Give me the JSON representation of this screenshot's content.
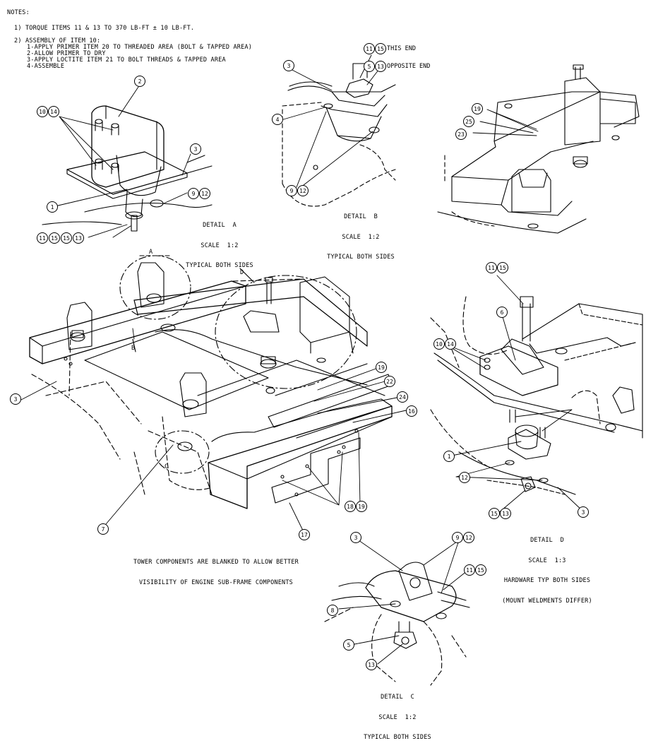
{
  "notes": {
    "heading": "NOTES:",
    "note1": "1) TORQUE ITEMS 11 & 13 TO 370 LB-FT ± 10 LB-FT.",
    "note2_title": "2) ASSEMBLY OF ITEM 10:",
    "note2_steps": [
      "1-APPLY PRIMER ITEM 20 TO THREADED AREA (BOLT & TAPPED AREA)",
      "2-ALLOW PRIMER TO DRY",
      "3-APPLY LOCTITE ITEM 21 TO BOLT THREADS & TAPPED AREA",
      "4-ASSEMBLE"
    ]
  },
  "details": {
    "a": {
      "line1": "DETAIL  A",
      "line2": "SCALE  1:2",
      "line3": "TYPICAL BOTH SIDES"
    },
    "b": {
      "line1": "DETAIL  B",
      "line2": "SCALE  1:2",
      "line3": "TYPICAL BOTH SIDES"
    },
    "c": {
      "line1": "DETAIL  C",
      "line2": "SCALE  1:2",
      "line3": "TYPICAL BOTH SIDES"
    },
    "d": {
      "line1": "DETAIL  D",
      "line2": "SCALE  1:3",
      "line3": "HARDWARE TYP BOTH SIDES",
      "line4": "(MOUNT WELDMENTS DIFFER)"
    }
  },
  "detail_b_labels": {
    "this_end": "THIS END",
    "opposite_end": "OPPOSITE END"
  },
  "view_letters": {
    "a": "A",
    "b": "B",
    "c": "C",
    "d": "D"
  },
  "tower_note": {
    "line1": "TOWER COMPONENTS ARE BLANKED TO ALLOW BETTER",
    "line2": "VISIBILITY OF ENGINE SUB-FRAME COMPONENTS"
  },
  "callouts": {
    "c2": "2",
    "c3": "3",
    "c1": "1",
    "c9": "9",
    "c12": "12",
    "c10": "10",
    "c14": "14",
    "c11": "11",
    "c15": "15",
    "c13": "13",
    "c5": "5",
    "c4": "4",
    "c19": "19",
    "c25": "25",
    "c23": "23",
    "c6": "6",
    "c22": "22",
    "c24": "24",
    "c16": "16",
    "c18": "18",
    "c17": "17",
    "c7": "7",
    "c8": "8"
  }
}
